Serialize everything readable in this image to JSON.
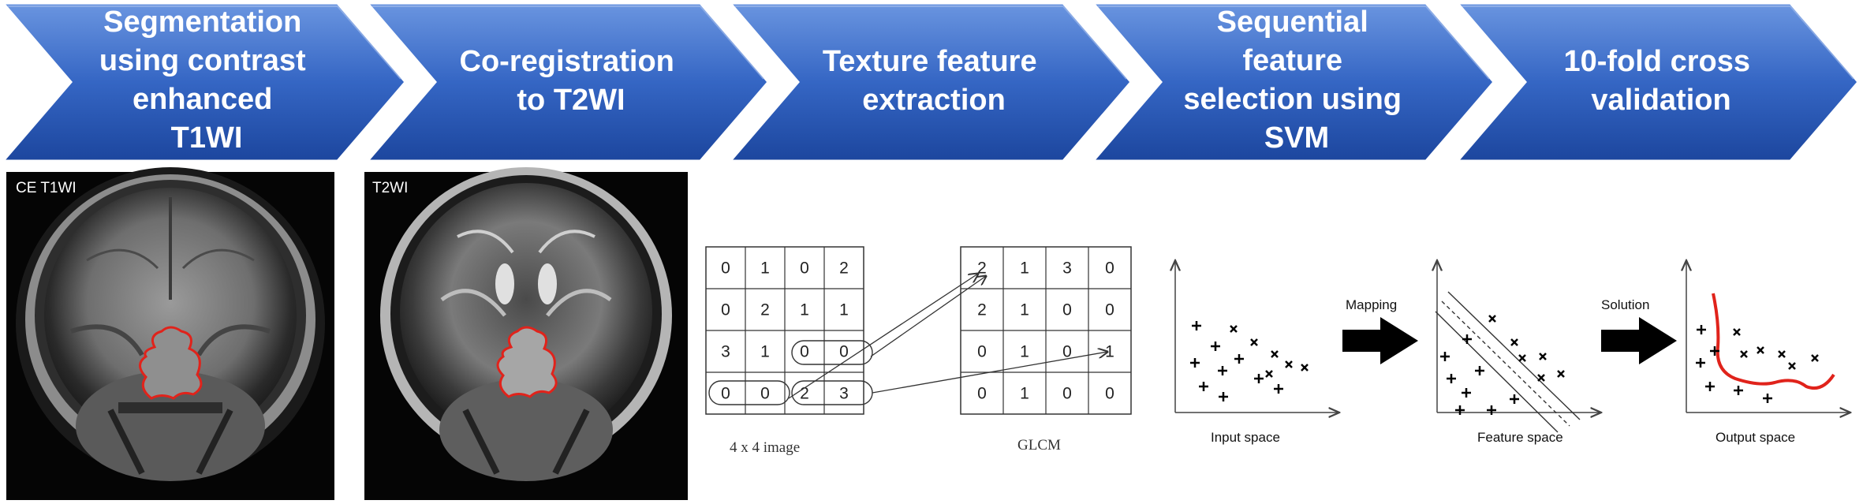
{
  "steps": [
    {
      "lines": [
        "Segmentation",
        "using contrast",
        "enhanced",
        "T1WI"
      ]
    },
    {
      "lines": [
        "Co-registration",
        "to T2WI"
      ]
    },
    {
      "lines": [
        "Texture feature",
        "extraction"
      ]
    },
    {
      "lines": [
        "Sequential",
        "feature",
        "selection using",
        "SVM"
      ]
    },
    {
      "lines": [
        "10-fold cross",
        "validation"
      ]
    }
  ],
  "mri": {
    "t1_label": "CE T1WI",
    "t2_label": "T2WI"
  },
  "glcm": {
    "image_grid": [
      [
        "0",
        "1",
        "0",
        "2"
      ],
      [
        "0",
        "2",
        "1",
        "1"
      ],
      [
        "3",
        "1",
        "0",
        "0"
      ],
      [
        "0",
        "0",
        "2",
        "3"
      ]
    ],
    "matrix_grid": [
      [
        "2",
        "1",
        "3",
        "0"
      ],
      [
        "2",
        "1",
        "0",
        "0"
      ],
      [
        "0",
        "1",
        "0",
        "1"
      ],
      [
        "0",
        "1",
        "0",
        "0"
      ]
    ],
    "image_caption": "4 x 4 image",
    "matrix_caption": "GLCM"
  },
  "svm": {
    "input_label": "Input space",
    "mapping_label": "Mapping",
    "feature_label": "Feature space",
    "solution_label": "Solution",
    "output_label": "Output space"
  },
  "colors": {
    "chevron_top": "#5b86d6",
    "chevron_bottom": "#1f4ea8",
    "outline_red": "#e0231b",
    "arrow_black": "#000000"
  }
}
